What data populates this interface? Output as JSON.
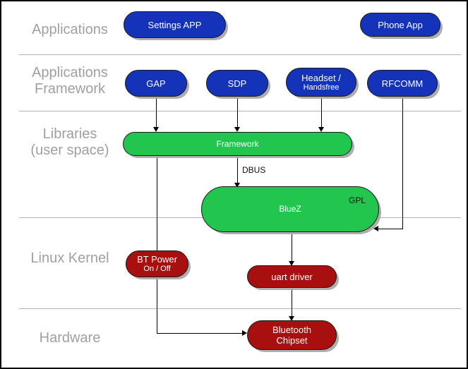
{
  "diagram": {
    "title": "Bluetooth (BlueZ) software stack layering diagram",
    "colors": {
      "application_blue": "#1433b8",
      "library_green": "#22c64f",
      "kernel_red": "#a81010",
      "layer_label_gray": "#a0a0a0",
      "divider_gray": "#b3b3b3",
      "connector_black": "#000000",
      "shadow_gray": "#aaaaaa",
      "background": "#ffffff"
    },
    "layers": [
      {
        "id": "applications",
        "label": "Applications"
      },
      {
        "id": "applications-framework",
        "label": "Applications\nFramework"
      },
      {
        "id": "libraries",
        "label": "Libraries\n(user space)"
      },
      {
        "id": "linux-kernel",
        "label": "Linux Kernel"
      },
      {
        "id": "hardware",
        "label": "Hardware"
      }
    ],
    "nodes": [
      {
        "id": "settings-app",
        "line1": "Settings APP",
        "line2": "",
        "color": "blue"
      },
      {
        "id": "phone-app",
        "line1": "Phone App",
        "line2": "",
        "color": "blue"
      },
      {
        "id": "gap",
        "line1": "GAP",
        "line2": "",
        "color": "blue"
      },
      {
        "id": "sdp",
        "line1": "SDP",
        "line2": "",
        "color": "blue"
      },
      {
        "id": "headset-handsfree",
        "line1": "Headset /",
        "line2": "Handsfree",
        "color": "blue"
      },
      {
        "id": "rfcomm",
        "line1": "RFCOMM",
        "line2": "",
        "color": "blue"
      },
      {
        "id": "framework",
        "line1": "Framework",
        "line2": "",
        "color": "green"
      },
      {
        "id": "bluez",
        "line1": "BlueZ",
        "line2": "",
        "color": "green",
        "tag": "GPL"
      },
      {
        "id": "bt-power",
        "line1": "BT Power",
        "line2": "On / Off",
        "color": "red"
      },
      {
        "id": "uart-driver",
        "line1": "uart driver",
        "line2": "",
        "color": "red"
      },
      {
        "id": "bluetooth-chipset",
        "line1": "Bluetooth",
        "line2": "Chipset",
        "color": "red"
      }
    ],
    "edges": [
      {
        "id": "gap-to-framework",
        "label": ""
      },
      {
        "id": "sdp-to-framework",
        "label": ""
      },
      {
        "id": "headset-to-framework",
        "label": ""
      },
      {
        "id": "framework-to-bluez",
        "label": "DBUS"
      },
      {
        "id": "rfcomm-to-bluez",
        "label": ""
      },
      {
        "id": "bluez-to-uart-driver",
        "label": ""
      },
      {
        "id": "uart-driver-to-chipset",
        "label": ""
      },
      {
        "id": "framework-to-chipset",
        "label": ""
      }
    ]
  }
}
